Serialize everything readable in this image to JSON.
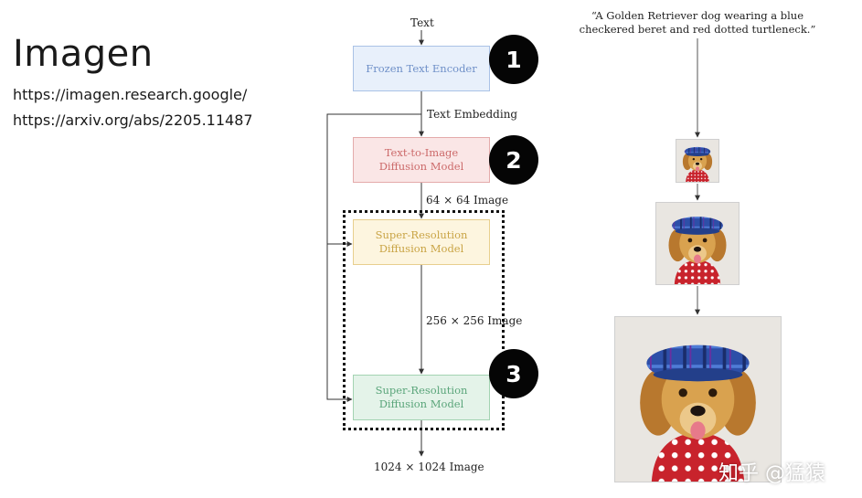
{
  "slide": {
    "title": "Imagen",
    "links": [
      "https://imagen.research.google/",
      "https://arxiv.org/abs/2205.11487"
    ]
  },
  "diagram": {
    "input_label": "Text",
    "boxes": [
      {
        "label_lines": [
          "Frozen Text Encoder"
        ],
        "fill": "#e8f0fb",
        "stroke": "#aac2e6",
        "text_color": "#6f90c8"
      },
      {
        "label_lines": [
          "Text-to-Image",
          "Diffusion Model"
        ],
        "fill": "#fae6e6",
        "stroke": "#e4abab",
        "text_color": "#cc6a6a"
      },
      {
        "label_lines": [
          "Super-Resolution",
          "Diffusion Model"
        ],
        "fill": "#fdf5df",
        "stroke": "#e8cf8e",
        "text_color": "#c9a445"
      },
      {
        "label_lines": [
          "Super-Resolution",
          "Diffusion Model"
        ],
        "fill": "#e4f3e9",
        "stroke": "#a3d3b2",
        "text_color": "#5aa57a"
      }
    ],
    "edge_labels": {
      "text_embedding": "Text Embedding",
      "img64": "64 × 64 Image",
      "img256": "256 × 256 Image",
      "img1024": "1024 × 1024 Image"
    },
    "badges": [
      "1",
      "2",
      "3"
    ]
  },
  "example": {
    "prompt_lines": [
      "“A Golden Retriever dog wearing a blue",
      "checkered beret and red dotted turtleneck.”"
    ],
    "images": [
      "golden-retriever-64",
      "golden-retriever-256",
      "golden-retriever-1024"
    ]
  },
  "watermark": "知乎 @猛猿"
}
